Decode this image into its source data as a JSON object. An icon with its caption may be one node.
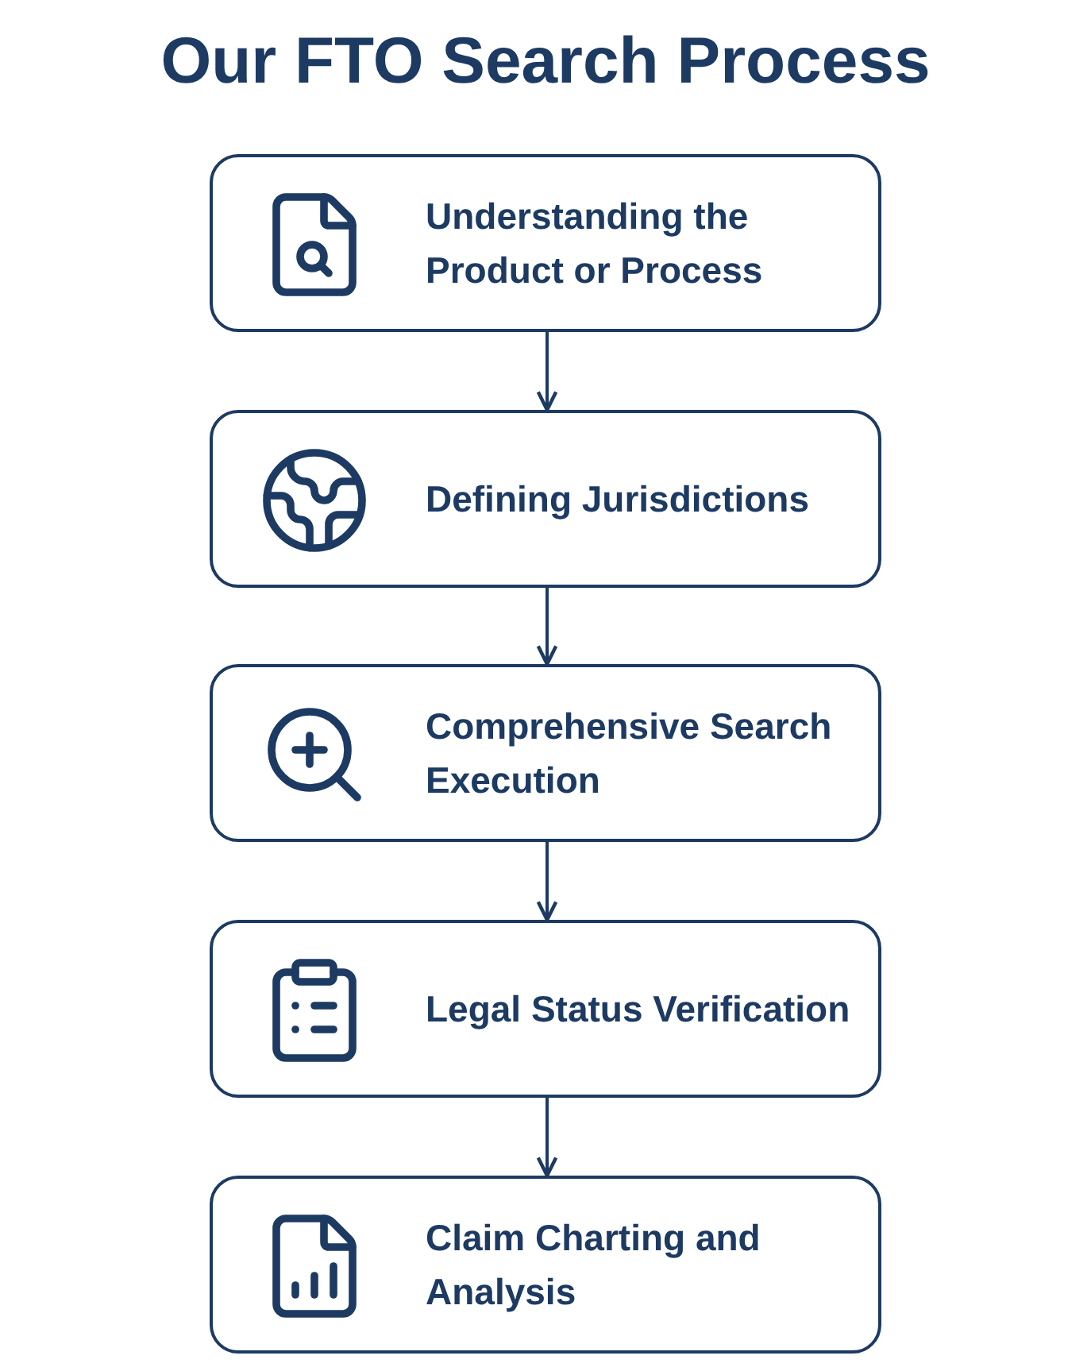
{
  "diagram": {
    "title": "Our FTO Search Process",
    "nodes": [
      {
        "text": [
          "Understanding the Product or Process"
        ]
      },
      {
        "text": [
          "Defining Jurisdictions"
        ]
      },
      {
        "text": [
          "Comprehensive Search Execution"
        ]
      },
      {
        "text": [
          "Legal Status Verification"
        ]
      },
      {
        "text": [
          "Claim Charting and Analysis"
        ]
      }
    ],
    "edges": [
      {
        "from": 0,
        "to": 1,
        "arrow": "to"
      },
      {
        "from": 1,
        "to": 2,
        "arrow": "to"
      },
      {
        "from": 2,
        "to": 3,
        "arrow": "to"
      },
      {
        "from": 3,
        "to": 4,
        "arrow": "to"
      }
    ]
  }
}
